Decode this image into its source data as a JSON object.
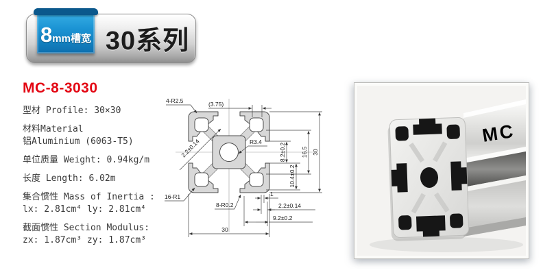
{
  "badge": {
    "slot_size": "8",
    "slot_unit": "mm槽宽",
    "series": "30系列"
  },
  "product": {
    "model": "MC-8-3030",
    "lines": [
      "型材 Profile: 30×30",
      "材料Material",
      "铝Aluminium (6063-T5)",
      "单位质量 Weight: 0.94kg/m",
      "长度 Length: 6.02m",
      "集合惯性 Mass of Inertia :",
      "lx: 2.81cm⁴  ly: 2.81cm⁴",
      "截面惯性 Section Modulus:",
      "zx: 1.87cm³ zy: 1.87cm³"
    ]
  },
  "drawing": {
    "dims": {
      "corner_radius": "4-R2.5",
      "ref_top": "(3.75)",
      "center_hole": "R3.4",
      "wall_upper": "2.2±0.14",
      "slot_width": "8.2±0.2",
      "cavity_width": "16.5",
      "height": "30",
      "slot_depth": "10.4±0.2",
      "corner_hole": "16-R1",
      "lip_radius": "8-R0.2",
      "lip_offset": "1",
      "wall_lower": "2.2±0.14",
      "slot_center": "9.2±0.2",
      "width": "30"
    }
  },
  "photo": {
    "brand": "MC"
  },
  "colors": {
    "accent_red": "#e30613",
    "ribbon_blue": "#1b94d4",
    "drawing_fill": "#d8d8d8",
    "cavity_black": "#161616"
  }
}
